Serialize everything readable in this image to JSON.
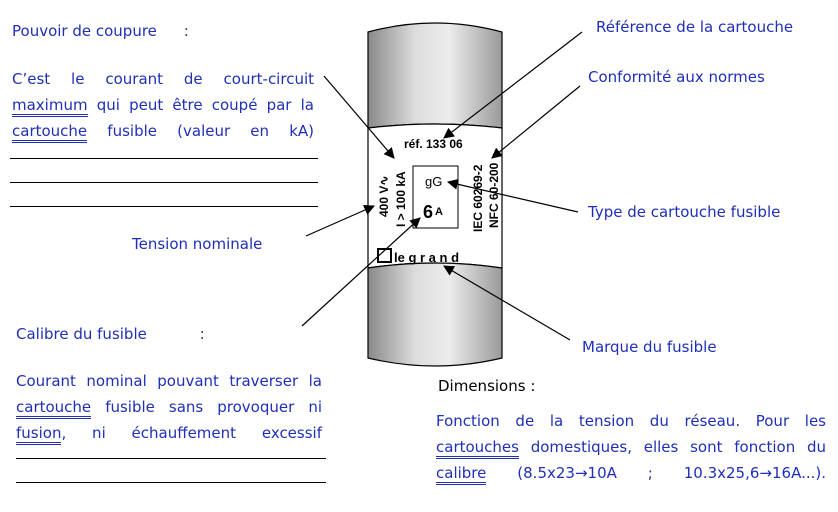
{
  "left": {
    "pouvoir_title": "Pouvoir de coupure",
    "pouvoir_colon": ":",
    "pouvoir_desc": {
      "p1": "C’est le courant de court-circuit",
      "p2a": "maximum",
      "p2b": " qui peut être coupé par la",
      "p3a": "cartouche",
      "p3b": " fusible (valeur en kA)"
    },
    "tension_nominale": "Tension nominale",
    "calibre_title": "Calibre du fusible",
    "calibre_colon": ":",
    "calibre_desc": {
      "p1": "Courant nominal pouvant traverser la",
      "p2a": "cartouche",
      "p2b": " fusible sans provoquer ni",
      "p3a": "fusion",
      "p3b": ", ni échauffement excessif"
    }
  },
  "right": {
    "reference": "Référence de la cartouche",
    "conformite": "Conformité aux normes",
    "type": "Type de cartouche fusible",
    "marque": "Marque du fusible",
    "dimensions_title": "Dimensions :",
    "dimensions_desc": {
      "p1": "Fonction de la tension du réseau. Pour les",
      "p2a": "cartouches",
      "p2b": " domestiques, elles sont fonction du",
      "p3a": "calibre",
      "p3b": " (8.5x23→10A ; 10.3x25,6→16A...)."
    }
  },
  "fuse": {
    "ref": "réf.  133 06",
    "voltage": "400 V∿",
    "breaking": "I > 100 kA",
    "type": "gG",
    "rating_num": "6",
    "rating_unit": "A",
    "norm1": "IEC 60269-2",
    "norm2": "NFC 60-200",
    "brand": "le  g r a n d"
  }
}
